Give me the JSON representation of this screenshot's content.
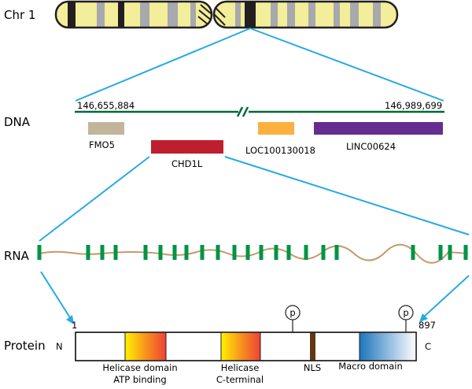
{
  "rows": {
    "chromosome": "Chr 1",
    "dna": "DNA",
    "rna": "RNA",
    "protein": "Protein"
  },
  "dna": {
    "start_coord": "146,655,884",
    "end_coord": "146,989,699",
    "genes": [
      {
        "name": "FMO5",
        "color": "#c2b59b"
      },
      {
        "name": "CHD1L",
        "color": "#be1e2d"
      },
      {
        "name": "LOC100130018",
        "color": "#fbb040"
      },
      {
        "name": "LINC00624",
        "color": "#662d91"
      }
    ],
    "line_color": "#006838"
  },
  "rna": {
    "exon_color": "#009444",
    "intron_color": "#c49a6c",
    "exon_count": 23
  },
  "protein": {
    "n_label": "N",
    "c_label": "C",
    "start_residue": "1",
    "end_residue": "897",
    "phospho_label": "p",
    "domains": [
      {
        "line1": "Helicase domain",
        "line2": "ATP binding"
      },
      {
        "line1": "Helicase",
        "line2": "C-terminal"
      },
      {
        "line1": "NLS",
        "line2": ""
      },
      {
        "line1": "Macro domain",
        "line2": ""
      }
    ],
    "nls_color": "#603913",
    "macro_color": "#1c75bc"
  },
  "zoom_line_color": "#27aae1",
  "chromosome_fill": "#f2ee9a"
}
